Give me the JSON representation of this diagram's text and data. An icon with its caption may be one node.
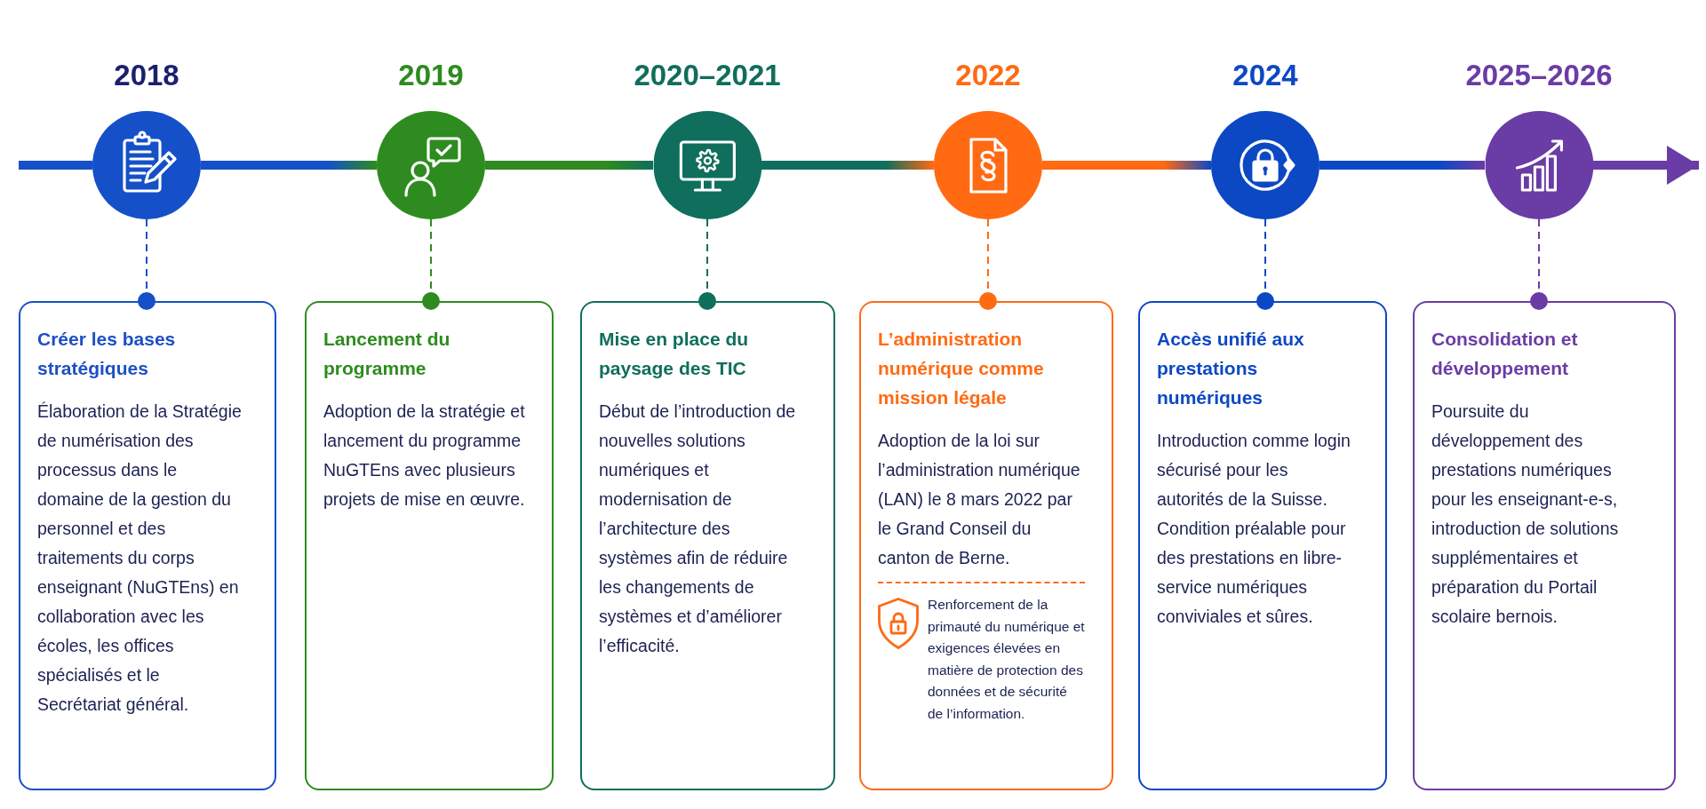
{
  "diagram": {
    "nodes": [
      {
        "text": [
          "2018"
        ]
      },
      {
        "text": [
          "2019"
        ]
      },
      {
        "text": [
          "2020–2021"
        ]
      },
      {
        "text": [
          "2022"
        ]
      },
      {
        "text": [
          "2024"
        ]
      },
      {
        "text": [
          "2025–2026"
        ]
      },
      {
        "text": [
          "Créer les bases stratégiques",
          "Élaboration de la Stratégie de numérisation des processus dans le domaine de la gestion du personnel et des traitements du corps enseignant (NuGTEns) en collaboration avec les écoles, les offices spécialisés et le Secrétariat général."
        ]
      },
      {
        "text": [
          "Lancement du programme",
          "Adoption de la stratégie et lancement du programme NuGTEns avec plusieurs projets de mise en œuvre."
        ]
      },
      {
        "text": [
          "Mise en place du paysage des TIC",
          "Début de l’introduction de nouvelles solutions numériques et modernisation de l’architecture des systèmes afin de réduire les changements de systèmes et d’améliorer l’efficacité."
        ]
      },
      {
        "text": [
          "L’administration numérique comme mission légale",
          "Adoption de la loi sur l’administration numérique (LAN) le 8 mars 2022 par le Grand Conseil du canton de Berne.",
          "Renforcement de la primauté du numérique et exigences élevées en matière de protection des données et de sécurité de l’information."
        ]
      },
      {
        "text": [
          "Accès unifié aux prestations numériques",
          "Introduction comme login sécurisé pour les autorités de la Suisse. Condition préalable pour des prestations en libre-service numériques conviviales et sûres."
        ]
      },
      {
        "text": [
          "Consolidation et développement",
          "Poursuite du développement des prestations numériques pour les enseignant-e-s, introduction de solutions supplémentaires et préparation du Portail scolaire bernois."
        ]
      }
    ],
    "edges": [
      {
        "from": null,
        "to": 0,
        "arrow": "none",
        "style": "thick",
        "color": "#1550c8"
      },
      {
        "from": 0,
        "to": 1,
        "arrow": "none",
        "style": "thick",
        "color": "#1550c8"
      },
      {
        "from": 1,
        "to": 2,
        "arrow": "none",
        "style": "thick",
        "color": "#2e8b1f"
      },
      {
        "from": 2,
        "to": 3,
        "arrow": "none",
        "style": "thick",
        "color": "#0f6e5c"
      },
      {
        "from": 3,
        "to": 4,
        "arrow": "none",
        "style": "thick",
        "color": "#ff6a13"
      },
      {
        "from": 4,
        "to": 5,
        "arrow": "none",
        "style": "thick",
        "color": "#0c48c4"
      },
      {
        "from": 5,
        "to": null,
        "arrow": "to",
        "style": "thick",
        "color": "#6a3ca5"
      },
      {
        "from": 0,
        "to": 6,
        "arrow": "other",
        "style": "dashed",
        "color": "#1550c8"
      },
      {
        "from": 1,
        "to": 7,
        "arrow": "other",
        "style": "dashed",
        "color": "#2e8b1f"
      },
      {
        "from": 2,
        "to": 8,
        "arrow": "other",
        "style": "dashed",
        "color": "#0f6e5c"
      },
      {
        "from": 3,
        "to": 9,
        "arrow": "other",
        "style": "dashed",
        "color": "#ff6a13"
      },
      {
        "from": 4,
        "to": 10,
        "arrow": "other",
        "style": "dashed",
        "color": "#0c48c4"
      },
      {
        "from": 5,
        "to": 11,
        "arrow": "other",
        "style": "dashed",
        "color": "#6a3ca5"
      }
    ]
  }
}
